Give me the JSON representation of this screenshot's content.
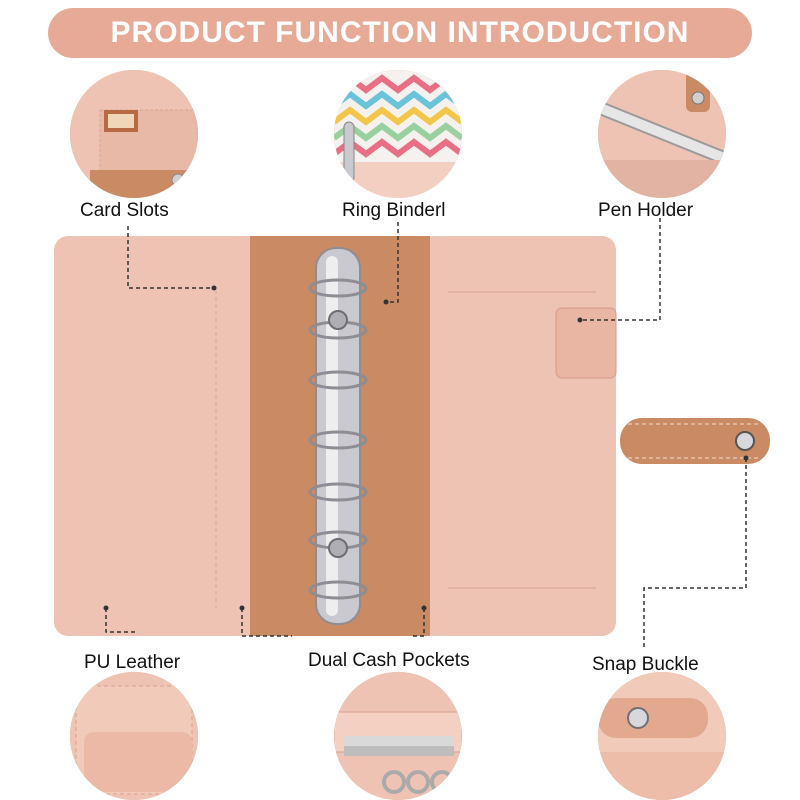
{
  "banner": {
    "title": "PRODUCT FUNCTION INTRODUCTION"
  },
  "features": {
    "card_slots": "Card Slots",
    "ring_binder": "Ring Binderl",
    "pen_holder": "Pen Holder",
    "pu_leather": "PU Leather",
    "dual_cash_pockets": "Dual Cash Pockets",
    "snap_buckle": "Snap Buckle"
  },
  "colors": {
    "banner": "#e7aa97",
    "leather": "#efc3b4",
    "spine": "#c98a64",
    "metal": "#c9c9cf"
  }
}
